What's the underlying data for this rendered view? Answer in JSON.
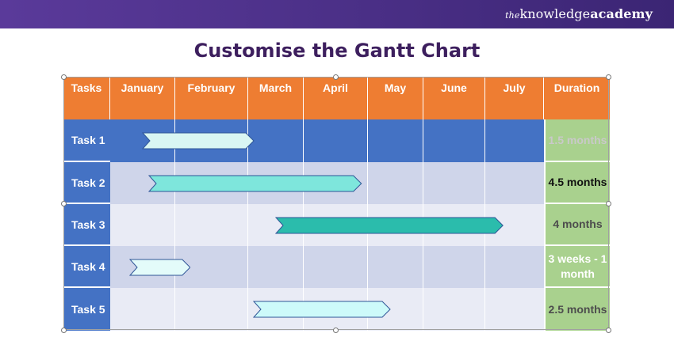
{
  "brand": {
    "the": "the",
    "knowledge": "knowledge",
    "academy": "academy"
  },
  "page_title": "Customise the Gantt Chart",
  "gantt": {
    "columns": {
      "tasks": "Tasks",
      "duration": "Duration",
      "months": [
        "January",
        "February",
        "March",
        "April",
        "May",
        "June",
        "July"
      ]
    },
    "rows": [
      {
        "task": "Task 1",
        "duration": "1.5 months",
        "duration_color": "#c9c9c9",
        "bar_start_month": 0.5,
        "bar_end_month": 2.1,
        "bar_fill": "#d9f6f3"
      },
      {
        "task": "Task 2",
        "duration": "4.5 months",
        "duration_color": "#111111",
        "bar_start_month": 0.6,
        "bar_end_month": 3.9,
        "bar_fill": "#7ee6dc"
      },
      {
        "task": "Task 3",
        "duration": "4 months",
        "duration_color": "#4d4d4d",
        "bar_start_month": 2.5,
        "bar_end_month": 6.3,
        "bar_fill": "#2bbcac"
      },
      {
        "task": "Task 4",
        "duration": "3 weeks - 1 month",
        "duration_color": "#ffffff",
        "bar_start_month": 0.3,
        "bar_end_month": 1.2,
        "bar_fill": "#e3fbfa"
      },
      {
        "task": "Task 5",
        "duration": "2.5 months",
        "duration_color": "#4d4d4d",
        "bar_start_month": 2.1,
        "bar_end_month": 4.4,
        "bar_fill": "#cdfafa"
      }
    ]
  },
  "colors": {
    "header": "#ee7d32",
    "task_col": "#4472c4",
    "duration_col": "#a9d18e",
    "title": "#3d1f5e",
    "banner": "#4a2f86"
  }
}
